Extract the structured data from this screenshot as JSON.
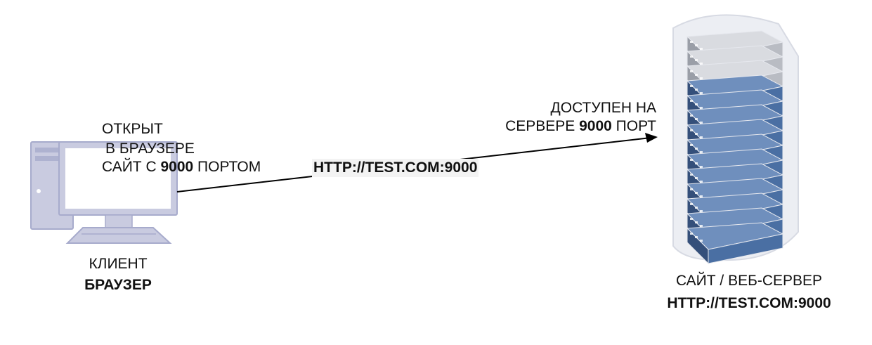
{
  "client": {
    "note_line1": "ОТКРЫТ",
    "note_line2": "В БРАУЗЕРЕ",
    "note_line3_prefix": "САЙТ С ",
    "note_line3_bold": "9000",
    "note_line3_suffix": " ПОРТОМ",
    "label_line1": "КЛИЕНТ",
    "label_line2": "БРАУЗЕР",
    "icon": "desktop-computer-icon"
  },
  "connection": {
    "url": "HTTP://TEST.COM:9000"
  },
  "server": {
    "note_line1": "ДОСТУПЕН НА",
    "note_line2_prefix": "СЕРВЕРЕ ",
    "note_line2_bold": "9000",
    "note_line2_suffix": " ПОРТ",
    "label_line1": "САЙТ / ВЕБ-СЕРВЕР",
    "label_line2": "HTTP://TEST.COM:9000",
    "icon": "server-rack-icon"
  },
  "colors": {
    "computer": "#c9cbe0",
    "computer_outline": "#9ea2c6",
    "rack_blue": "#4a6fa3",
    "rack_gray": "#b9bcc3",
    "arrow": "#000000"
  }
}
